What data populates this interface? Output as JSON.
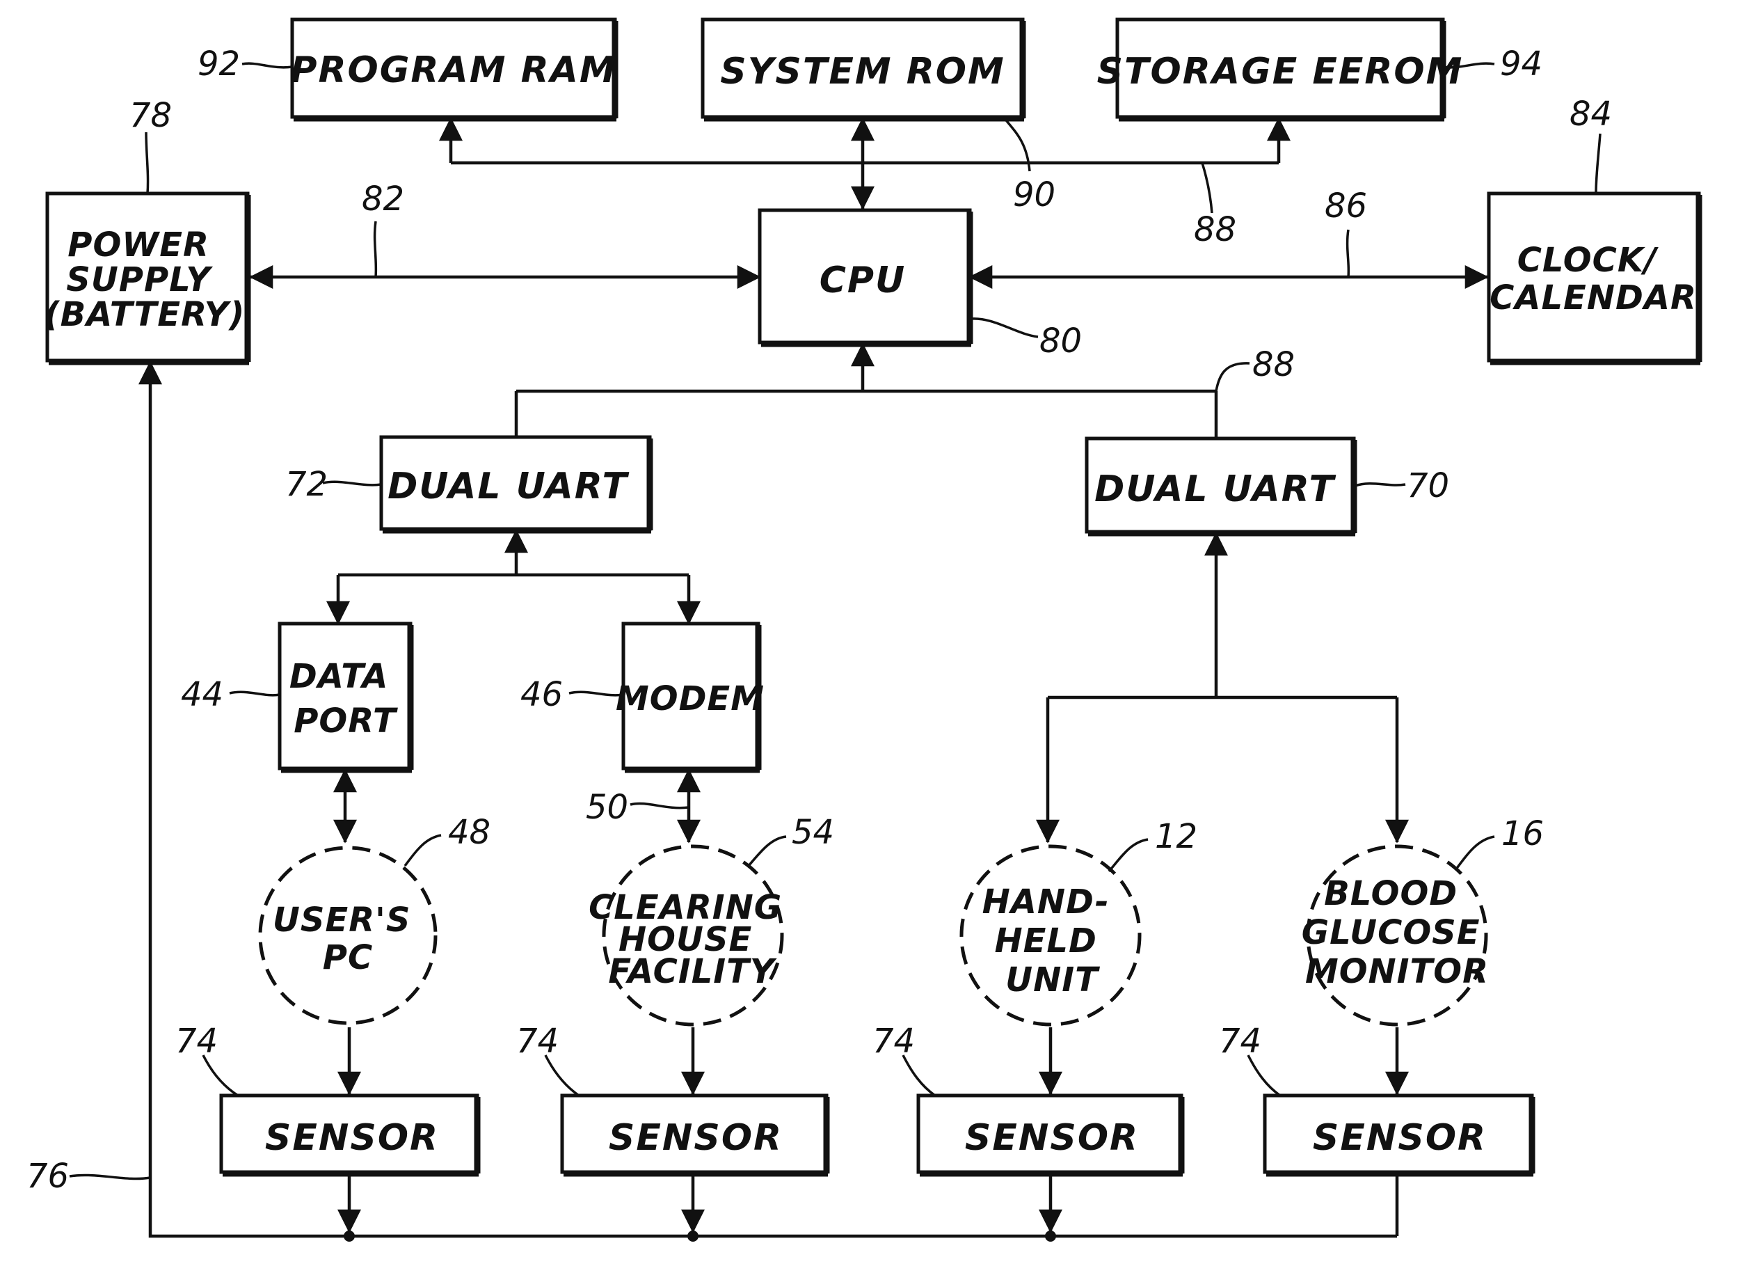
{
  "diagram": {
    "blocks": {
      "program_ram": "PROGRAM RAM",
      "system_rom": "SYSTEM ROM",
      "storage_eerom": "STORAGE EEROM",
      "power_supply": [
        "POWER",
        "SUPPLY",
        "(BATTERY)"
      ],
      "cpu": "CPU",
      "clock_calendar": [
        "CLOCK/",
        "CALENDAR"
      ],
      "dual_uart_left": "DUAL UART",
      "dual_uart_right": "DUAL UART",
      "data_port": [
        "DATA",
        "PORT"
      ],
      "modem": "MODEM",
      "sensor": "SENSOR"
    },
    "devices": {
      "users_pc": [
        "USER'S",
        "PC"
      ],
      "clearing_house": [
        "CLEARING",
        "HOUSE",
        "FACILITY"
      ],
      "hand_held": [
        "HAND-",
        "HELD",
        "UNIT"
      ],
      "glucose_monitor": [
        "BLOOD",
        "GLUCOSE",
        "MONITOR"
      ]
    },
    "refs": {
      "program_ram": "92",
      "storage_eerom": "94",
      "power_supply": "78",
      "clock_calendar": "84",
      "bus_82": "82",
      "bus_86": "86",
      "bus_90": "90",
      "bus_88_top": "88",
      "bus_88_mid": "88",
      "cpu": "80",
      "dual_uart_left": "72",
      "dual_uart_right": "70",
      "data_port": "44",
      "modem": "46",
      "line_50": "50",
      "users_pc": "48",
      "clearing_house": "54",
      "hand_held": "12",
      "glucose_monitor": "16",
      "sensor": "74",
      "power_bus": "76"
    }
  }
}
